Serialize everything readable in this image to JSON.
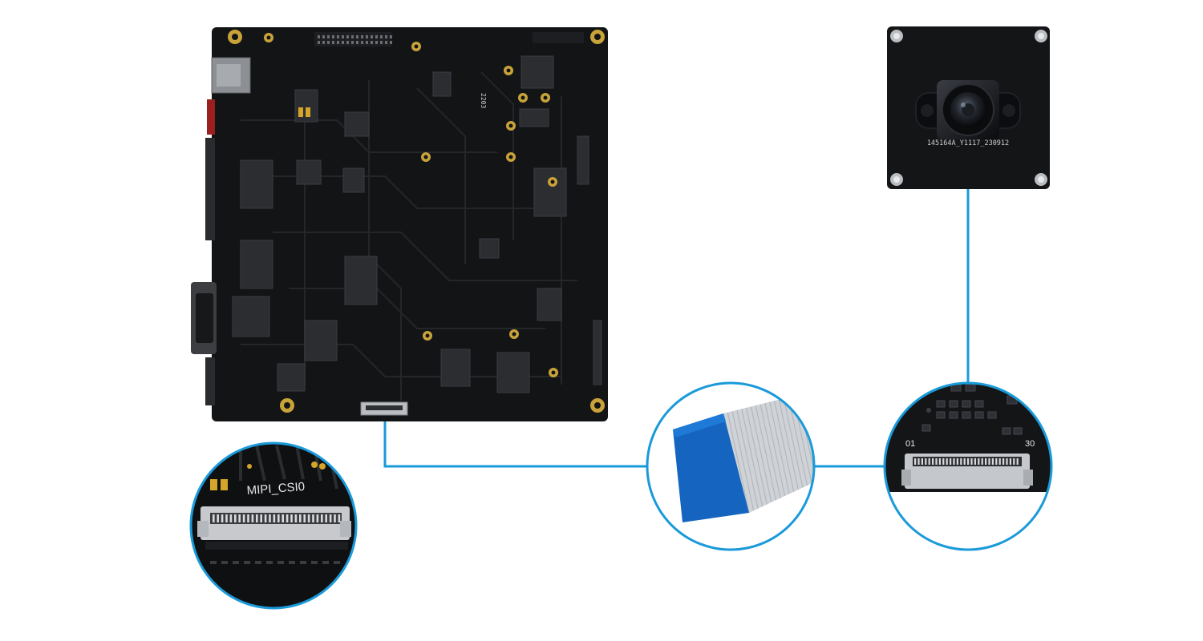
{
  "colors": {
    "accent": "#1a9ad9",
    "board": "#111214",
    "ribbon_blue": "#1565c0",
    "ribbon_silver": "#c9cdd1"
  },
  "board": {
    "silk_code": "2203"
  },
  "main_connector_zoom": {
    "label": "MIPI_CSI0"
  },
  "camera_module": {
    "part_code": "145164A_Y1117_230912"
  },
  "camera_connector_zoom": {
    "pin_start": "01",
    "pin_end": "30"
  }
}
